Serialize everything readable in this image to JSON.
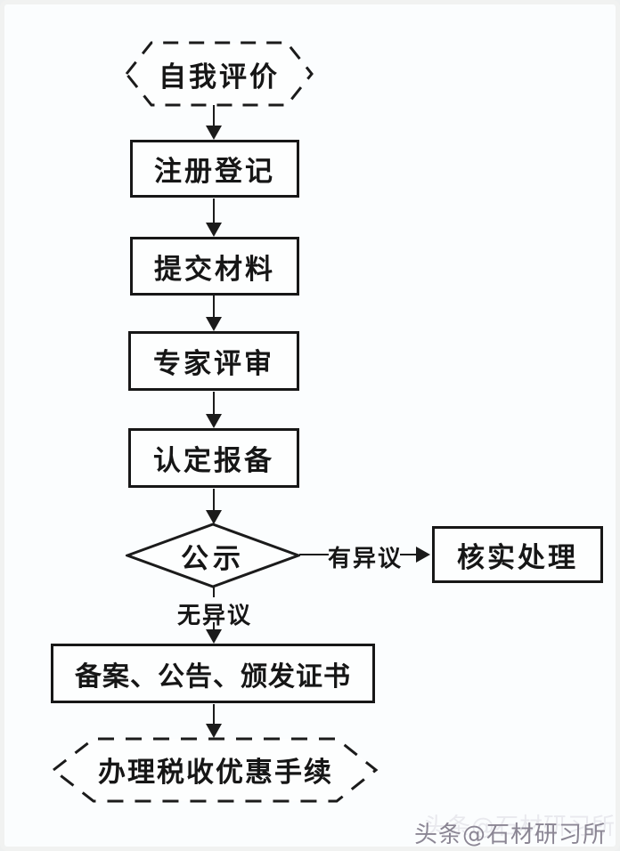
{
  "flowchart": {
    "title_hint": "recognition-process-flowchart",
    "colors": {
      "line": "#1b1b1b",
      "node_fill": "#fdfefe",
      "background": "#fbfdfe",
      "watermark": "#8b8694"
    },
    "nodes": {
      "self_evaluation": {
        "label": "自我评价",
        "type": "terminator-dashed-hexagon"
      },
      "registration": {
        "label": "注册登记",
        "type": "process"
      },
      "submit_materials": {
        "label": "提交材料",
        "type": "process"
      },
      "expert_review": {
        "label": "专家评审",
        "type": "process"
      },
      "recognition_filing": {
        "label": "认定报备",
        "type": "process"
      },
      "public_notice": {
        "label": "公示",
        "type": "decision-diamond"
      },
      "verify_handling": {
        "label": "核实处理",
        "type": "process"
      },
      "filing_announcement_certificate": {
        "label": "备案、公告、颁发证书",
        "type": "process"
      },
      "tax_benefit_procedures": {
        "label": "办理税收优惠手续",
        "type": "terminator-dashed-hexagon"
      }
    },
    "edges": [
      {
        "from": "self_evaluation",
        "to": "registration",
        "label": ""
      },
      {
        "from": "registration",
        "to": "submit_materials",
        "label": ""
      },
      {
        "from": "submit_materials",
        "to": "expert_review",
        "label": ""
      },
      {
        "from": "expert_review",
        "to": "recognition_filing",
        "label": ""
      },
      {
        "from": "recognition_filing",
        "to": "public_notice",
        "label": ""
      },
      {
        "from": "public_notice",
        "to": "verify_handling",
        "label": "有异议"
      },
      {
        "from": "public_notice",
        "to": "filing_announcement_certificate",
        "label": "无异议"
      },
      {
        "from": "filing_announcement_certificate",
        "to": "tax_benefit_procedures",
        "label": ""
      }
    ],
    "watermark": {
      "text": "头条@石材研习所"
    }
  }
}
